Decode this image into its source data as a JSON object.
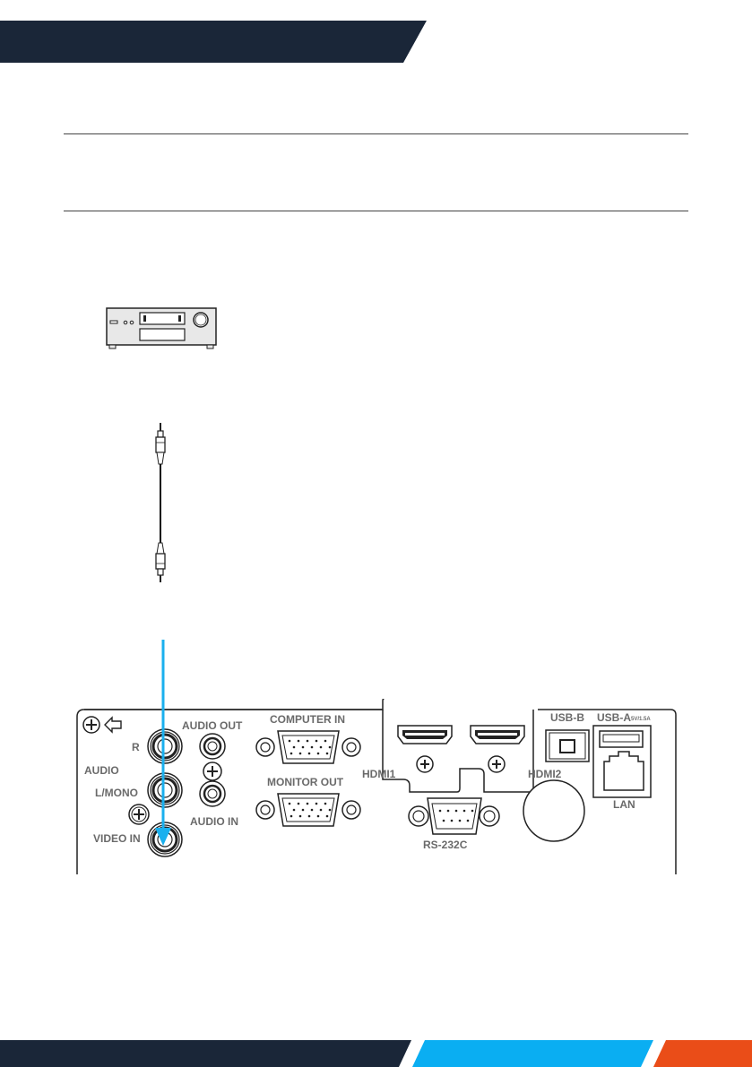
{
  "colors": {
    "navy": "#1a2638",
    "cyan": "#0aaef2",
    "orange": "#ea4d18",
    "arrow": "#1ab0ee",
    "ink": "#1a1a1a",
    "label_gray": "#6a6a6a"
  },
  "icons": [
    "ground-screw-icon",
    "arrow-left-icon",
    "av-receiver-icon",
    "rca-cable-icon",
    "down-arrow-icon"
  ],
  "panel": {
    "labels": {
      "audio_out": "AUDIO OUT",
      "computer_in": "COMPUTER IN",
      "usb_b": "USB-B",
      "usb_a": "USB-A",
      "usb_a_rating": "5V/1.5A",
      "r": "R",
      "audio": "AUDIO",
      "hdmi1": "HDMI1",
      "hdmi2": "HDMI2",
      "l_mono": "L/MONO",
      "monitor_out": "MONITOR OUT",
      "audio_in": "AUDIO IN",
      "video_in": "VIDEO IN",
      "rs232c": "RS-232C",
      "lan": "LAN"
    }
  }
}
